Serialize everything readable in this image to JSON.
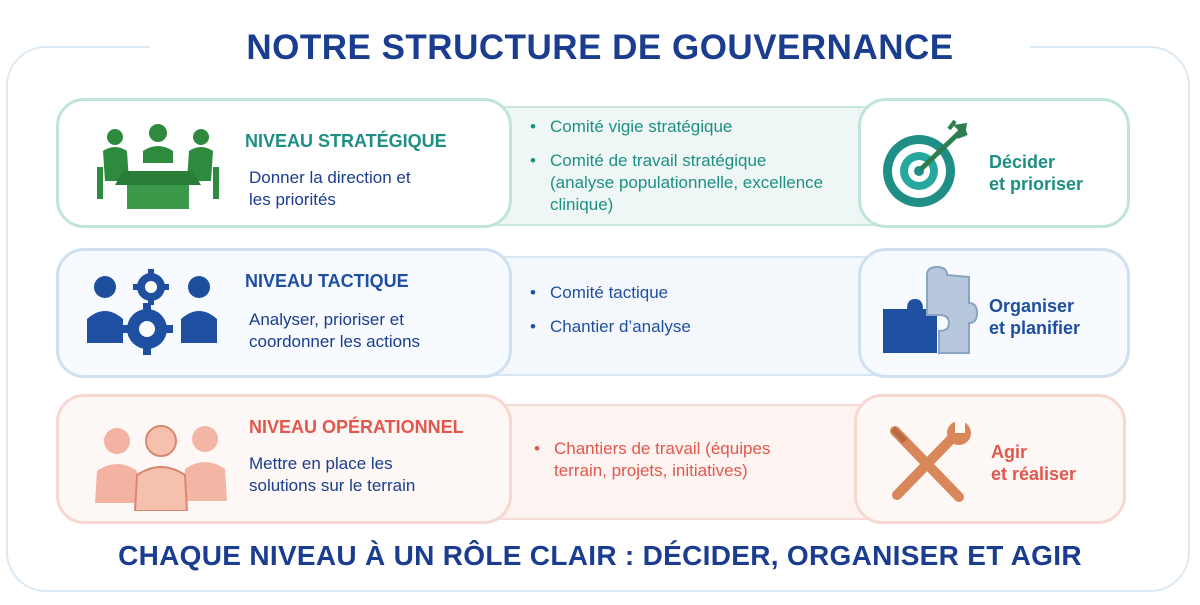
{
  "title": "NOTRE STRUCTURE DE GOUVERNANCE",
  "footer": "CHAQUE NIVEAU À UN RÔLE CLAIR : DÉCIDER, ORGANISER ET AGIR",
  "colors": {
    "heading": "#1b3d8f",
    "strategic": "#1e8f84",
    "tactical": "#1f4fa0",
    "operational": "#e2574c"
  },
  "levels": [
    {
      "name": "NIVEAU STRATÉGIQUE",
      "description_lines": [
        "Donner la direction et",
        "les priorités"
      ],
      "bullets": [
        "Comité vigie stratégique",
        "Comité de travail stratégique (analyse populationnelle, excellence clinique)"
      ],
      "action_lines": [
        "Décider",
        "et prioriser"
      ],
      "icon": "meeting-table-icon",
      "action_icon": "target-arrow-icon"
    },
    {
      "name": "NIVEAU TACTIQUE",
      "description_lines": [
        "Analyser, prioriser et",
        "coordonner les actions"
      ],
      "bullets": [
        "Comité tactique",
        "Chantier d’analyse"
      ],
      "action_lines": [
        "Organiser",
        "et planifier"
      ],
      "icon": "team-gears-icon",
      "action_icon": "puzzle-pieces-icon"
    },
    {
      "name": "NIVEAU OPÉRATIONNEL",
      "description_lines": [
        "Mettre en place les",
        "solutions sur le terrain"
      ],
      "bullets": [
        "Chantiers de travail (équipes terrain, projets, initiatives)"
      ],
      "action_lines": [
        "Agir",
        "et réaliser"
      ],
      "icon": "field-team-icon",
      "action_icon": "wrench-screwdriver-icon"
    }
  ]
}
